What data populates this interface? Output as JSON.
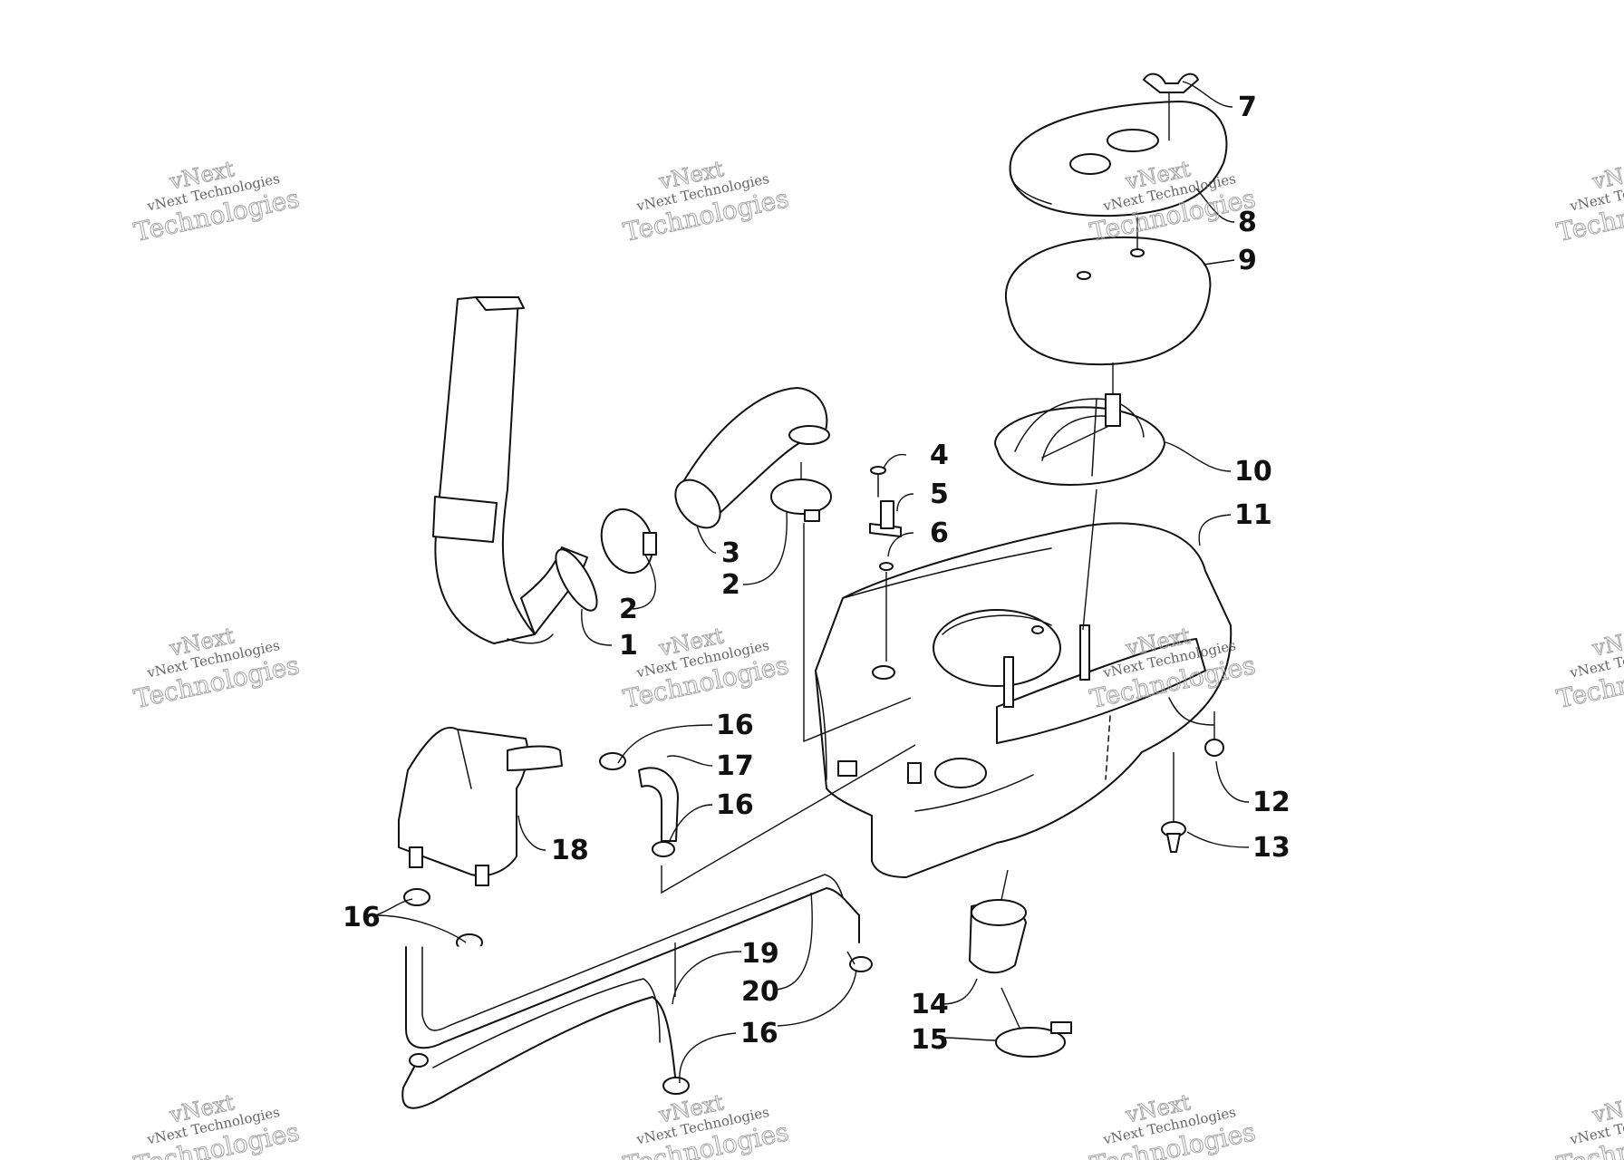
{
  "diagram": {
    "callouts": [
      {
        "id": "c1",
        "label": "1"
      },
      {
        "id": "c2a",
        "label": "2"
      },
      {
        "id": "c2b",
        "label": "2"
      },
      {
        "id": "c3",
        "label": "3"
      },
      {
        "id": "c4",
        "label": "4"
      },
      {
        "id": "c5",
        "label": "5"
      },
      {
        "id": "c6",
        "label": "6"
      },
      {
        "id": "c7",
        "label": "7"
      },
      {
        "id": "c8",
        "label": "8"
      },
      {
        "id": "c9",
        "label": "9"
      },
      {
        "id": "c10",
        "label": "10"
      },
      {
        "id": "c11",
        "label": "11"
      },
      {
        "id": "c12",
        "label": "12"
      },
      {
        "id": "c13",
        "label": "13"
      },
      {
        "id": "c14",
        "label": "14"
      },
      {
        "id": "c15",
        "label": "15"
      },
      {
        "id": "c16a",
        "label": "16"
      },
      {
        "id": "c16b",
        "label": "16"
      },
      {
        "id": "c16c",
        "label": "16"
      },
      {
        "id": "c16d",
        "label": "16"
      },
      {
        "id": "c17",
        "label": "17"
      },
      {
        "id": "c18",
        "label": "18"
      },
      {
        "id": "c19",
        "label": "19"
      },
      {
        "id": "c20",
        "label": "20"
      }
    ],
    "watermark": {
      "line1": "vNext",
      "line2": "vNext Technologies",
      "line3": "Technologies"
    }
  }
}
